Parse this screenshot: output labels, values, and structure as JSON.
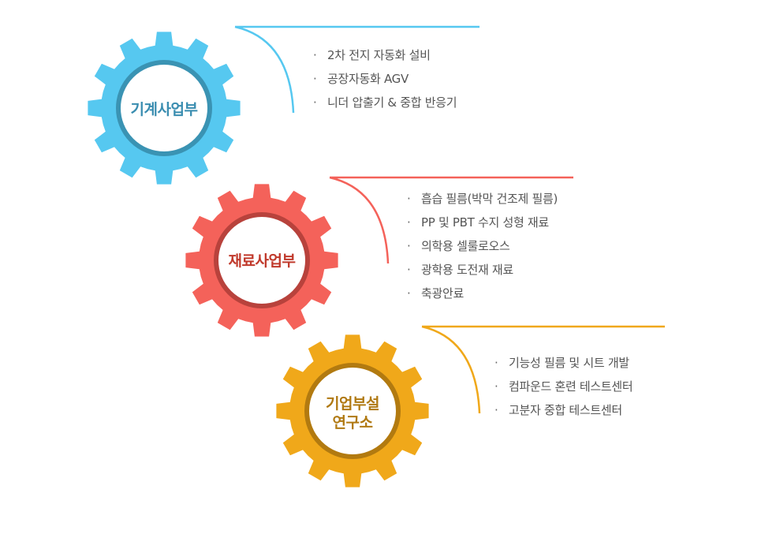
{
  "units": [
    {
      "title": "기계사업부",
      "color": "#56c8f0",
      "ring": "#3a93b3",
      "text_color": "#3a8db0",
      "items": [
        "2차 전지 자동화 설비",
        "공장자동화 AGV",
        "니더 압출기 & 중합 반응기"
      ]
    },
    {
      "title": "재료사업부",
      "color": "#f4625a",
      "ring": "#b8423c",
      "text_color": "#c0392b",
      "items": [
        "흡습 필름(박막 건조제 필름)",
        "PP 및 PBT 수지 성형 재료",
        "의학용 셀룰로오스",
        "광학용 도전재 재료",
        "축광안료"
      ]
    },
    {
      "title": "기업부설\n연구소",
      "title_line1": "기업부설",
      "title_line2": "연구소",
      "color": "#f0a81a",
      "ring": "#b27a10",
      "text_color": "#b07912",
      "items": [
        "기능성 필름 및 시트 개발",
        "컴파운드 혼련 테스트센터",
        "고분자 중합 테스트센터"
      ]
    }
  ],
  "bullet": "·"
}
